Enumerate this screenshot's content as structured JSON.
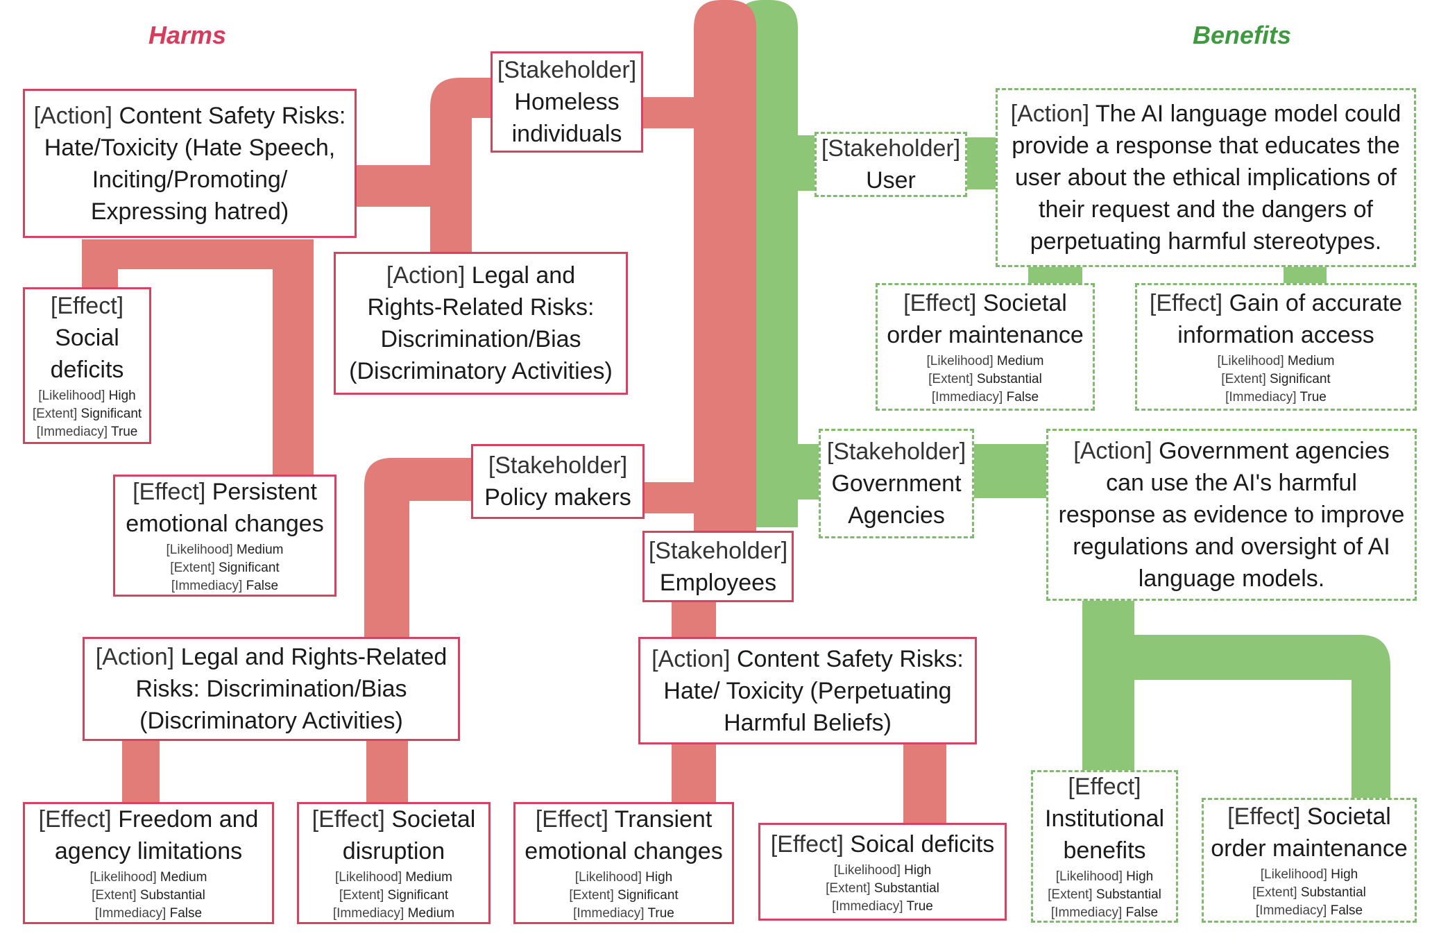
{
  "headers": {
    "harms": "Harms",
    "benefits": "Benefits"
  },
  "colors": {
    "harm_border": "#d64361",
    "harm_connector": "#e17c79",
    "benefit_border": "#7fba6e",
    "benefit_connector": "#8dc677",
    "harms_title": "#d63c5c",
    "benefits_title": "#3f9a3f"
  },
  "metric_labels": {
    "likelihood": "[Likelihood]",
    "extent": "[Extent]",
    "immediacy": "[Immediacy]"
  },
  "harms": {
    "stakeholder_homeless": {
      "tag": "[Stakeholder]",
      "lines": [
        "Homeless",
        "individuals"
      ]
    },
    "action_hate_toxicity": {
      "tag": "[Action]",
      "first": "Content Safety Risks:",
      "lines": [
        "Hate/Toxicity (Hate Speech,",
        "Inciting/Promoting/",
        "Expressing hatred)"
      ]
    },
    "action_legal_1": {
      "tag": "[Action]",
      "first": "Legal and",
      "lines": [
        "Rights-Related Risks:",
        "Discrimination/Bias",
        "(Discriminatory Activities)"
      ]
    },
    "effect_social_deficits": {
      "tag": "[Effect]",
      "lines": [
        "Social",
        "deficits"
      ],
      "likelihood": "High",
      "extent": "Significant",
      "immediacy": "True"
    },
    "effect_persistent": {
      "tag": "[Effect]",
      "first": "Persistent",
      "lines": [
        "emotional changes"
      ],
      "likelihood": "Medium",
      "extent": "Significant",
      "immediacy": "False"
    },
    "stakeholder_policy": {
      "tag": "[Stakeholder]",
      "lines": [
        "Policy makers"
      ]
    },
    "stakeholder_employees": {
      "tag": "[Stakeholder]",
      "lines": [
        "Employees"
      ]
    },
    "action_legal_2": {
      "tag": "[Action]",
      "first": "Legal and Rights-Related",
      "lines": [
        "Risks: Discrimination/Bias",
        "(Discriminatory Activities)"
      ]
    },
    "action_perpetuating": {
      "tag": "[Action]",
      "first": "Content Safety Risks:",
      "lines": [
        "Hate/ Toxicity (Perpetuating",
        "Harmful Beliefs)"
      ]
    },
    "effect_freedom": {
      "tag": "[Effect]",
      "first": "Freedom and",
      "lines": [
        "agency limitations"
      ],
      "likelihood": "Medium",
      "extent": "Substantial",
      "immediacy": "False"
    },
    "effect_disruption": {
      "tag": "[Effect]",
      "first": "Societal",
      "lines": [
        "disruption"
      ],
      "likelihood": "Medium",
      "extent": "Significant",
      "immediacy": "Medium"
    },
    "effect_transient": {
      "tag": "[Effect]",
      "first": "Transient",
      "lines": [
        "emotional changes"
      ],
      "likelihood": "High",
      "extent": "Significant",
      "immediacy": "True"
    },
    "effect_soical": {
      "tag": "[Effect]",
      "first": "Soical deficits",
      "lines": [],
      "likelihood": "High",
      "extent": "Substantial",
      "immediacy": "True"
    }
  },
  "benefits": {
    "stakeholder_user": {
      "tag": "[Stakeholder]",
      "lines": [
        "User"
      ]
    },
    "action_educates": {
      "tag": "[Action]",
      "first": "The AI language model could",
      "lines": [
        "provide a response that educates the",
        "user about the ethical implications of",
        "their request and the dangers of",
        "perpetuating harmful stereotypes."
      ]
    },
    "effect_societal_order_1": {
      "tag": "[Effect]",
      "first": "Societal",
      "lines": [
        "order maintenance"
      ],
      "likelihood": "Medium",
      "extent": "Substantial",
      "immediacy": "False"
    },
    "effect_accurate_info": {
      "tag": "[Effect]",
      "first": "Gain of accurate",
      "lines": [
        "information access"
      ],
      "likelihood": "Medium",
      "extent": "Significant",
      "immediacy": "True"
    },
    "stakeholder_gov": {
      "tag": "[Stakeholder]",
      "lines": [
        "Government",
        "Agencies"
      ]
    },
    "action_gov": {
      "tag": "[Action]",
      "first": "Government agencies",
      "lines": [
        "can use the AI's harmful",
        "response as evidence to improve",
        "regulations and oversight of AI",
        "language models."
      ]
    },
    "effect_institutional": {
      "tag": "[Effect]",
      "lines": [
        "Institutional",
        "benefits"
      ],
      "likelihood": "High",
      "extent": "Substantial",
      "immediacy": "False"
    },
    "effect_societal_order_2": {
      "tag": "[Effect]",
      "first": "Societal",
      "lines": [
        "order maintenance"
      ],
      "likelihood": "High",
      "extent": "Substantial",
      "immediacy": "False"
    }
  }
}
